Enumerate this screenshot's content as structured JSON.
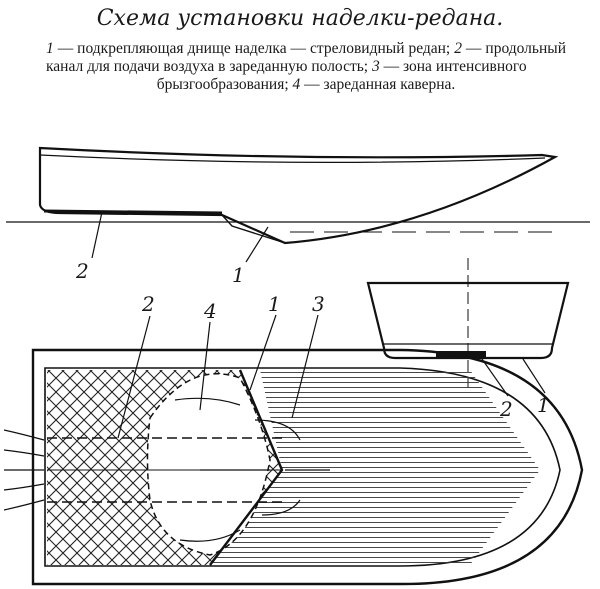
{
  "title": "Схема установки наделки-редана.",
  "legend": [
    {
      "num": "1",
      "text": " — подкрепляющая днище наделка — стреловидный редан; "
    },
    {
      "num": "2",
      "text": " — продольный канал для подачи воздуха в зареданную полость; "
    },
    {
      "num": "3",
      "text": " — зона интенсивного "
    },
    {
      "num": "",
      "text": "брызгообразования; "
    },
    {
      "num": "4",
      "text": " — зареданная каверна."
    }
  ],
  "labels": {
    "side_1": "1",
    "side_2": "2",
    "plan_1": "1",
    "plan_2": "2",
    "plan_3": "3",
    "plan_4": "4",
    "sec_1": "1",
    "sec_2": "2"
  }
}
